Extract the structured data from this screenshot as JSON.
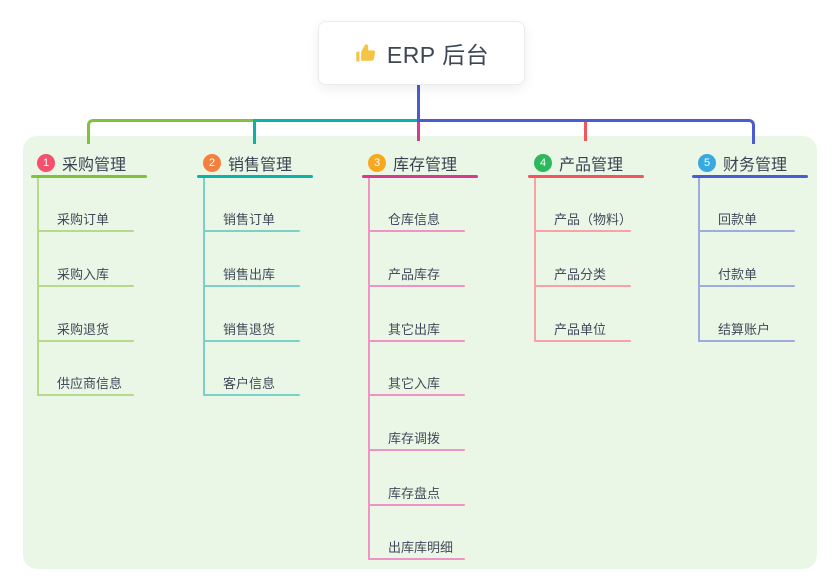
{
  "root": {
    "title": "ERP 后台",
    "icon": "thumbs-up-icon",
    "connector_color": "#4a5cd0"
  },
  "colors": {
    "canvas_bg": "#ffffff",
    "panel_bg": "#ebf7e6",
    "root_text": "#3d4655",
    "branch_text": "#3b4353",
    "child_text": "#414a5a",
    "thumb_icon": "#f6c445"
  },
  "branches": [
    {
      "badge": "1",
      "label": "采购管理",
      "line_color": "#82c13e",
      "child_line_color": "#b6da8c",
      "badge_color": "#f4516c",
      "children": [
        "采购订单",
        "采购入库",
        "采购退货",
        "供应商信息"
      ]
    },
    {
      "badge": "2",
      "label": "销售管理",
      "line_color": "#0cb2a4",
      "child_line_color": "#7bd1c7",
      "badge_color": "#f5803d",
      "children": [
        "销售订单",
        "销售出库",
        "销售退货",
        "客户信息"
      ]
    },
    {
      "badge": "3",
      "label": "库存管理",
      "line_color": "#d63b90",
      "child_line_color": "#ef93c6",
      "badge_color": "#f8a81e",
      "children": [
        "仓库信息",
        "产品库存",
        "其它出库",
        "其它入库",
        "库存调拨",
        "库存盘点",
        "出库库明细"
      ]
    },
    {
      "badge": "4",
      "label": "产品管理",
      "line_color": "#f2555c",
      "child_line_color": "#f8a1a6",
      "badge_color": "#2eb85c",
      "children": [
        "产品（物料）",
        "产品分类",
        "产品单位"
      ]
    },
    {
      "badge": "5",
      "label": "财务管理",
      "line_color": "#4a5cd0",
      "child_line_color": "#9cacdf",
      "badge_color": "#38a8e3",
      "children": [
        "回款单",
        "付款单",
        "结算账户"
      ]
    }
  ]
}
